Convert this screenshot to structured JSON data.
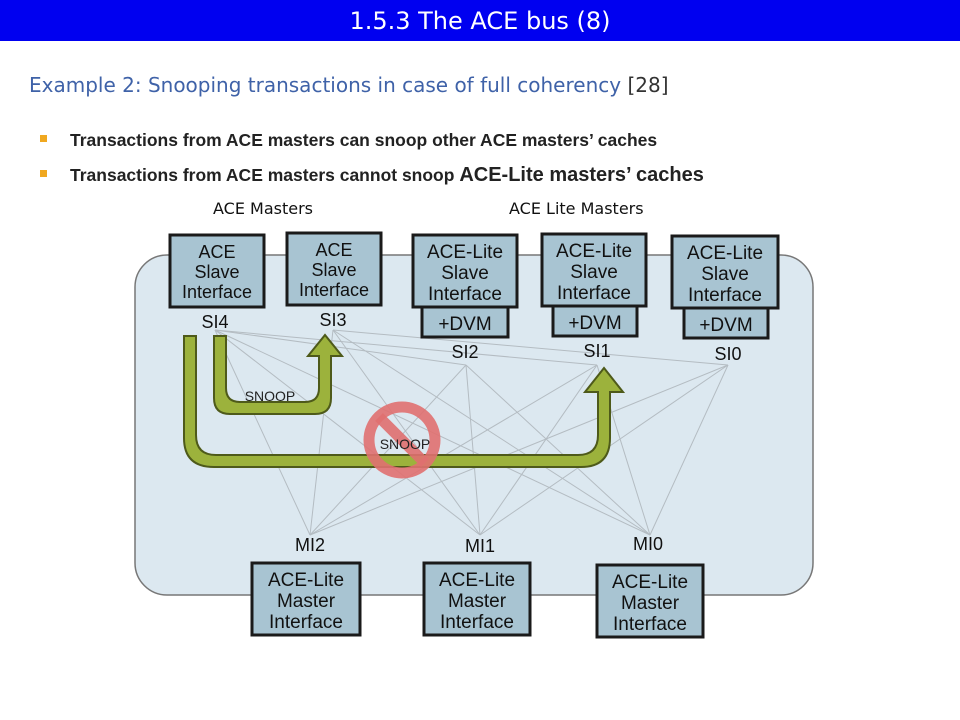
{
  "header": {
    "title": "1.5.3 The ACE bus (8)"
  },
  "subtitle": {
    "text": "Example 2: Snooping transactions in case of full coherency",
    "ref": "[28]"
  },
  "bullets": [
    {
      "prefix": "Transactions from ACE masters can snoop other ACE masters’ caches",
      "suffix": ""
    },
    {
      "prefix": "Transactions from ACE masters cannot snoop ",
      "suffix": "ACE-Lite masters’ caches"
    }
  ],
  "groups": {
    "ace_masters": "ACE Masters",
    "ace_lite_masters": "ACE Lite Masters"
  },
  "slaves": [
    {
      "lines": [
        "ACE",
        "Slave",
        "Interface"
      ],
      "dvm": "",
      "port": "SI4"
    },
    {
      "lines": [
        "ACE",
        "Slave",
        "Interface"
      ],
      "dvm": "",
      "port": "SI3"
    },
    {
      "lines": [
        "ACE-Lite",
        "Slave",
        "Interface"
      ],
      "dvm": "+DVM",
      "port": "SI2"
    },
    {
      "lines": [
        "ACE-Lite",
        "Slave",
        "Interface"
      ],
      "dvm": "+DVM",
      "port": "SI1"
    },
    {
      "lines": [
        "ACE-Lite",
        "Slave",
        "Interface"
      ],
      "dvm": "+DVM",
      "port": "SI0"
    }
  ],
  "masters": [
    {
      "lines": [
        "ACE-Lite",
        "Master",
        "Interface"
      ],
      "port": "MI2"
    },
    {
      "lines": [
        "ACE-Lite",
        "Master",
        "Interface"
      ],
      "port": "MI1"
    },
    {
      "lines": [
        "ACE-Lite",
        "Master",
        "Interface"
      ],
      "port": "MI0"
    }
  ],
  "arrows": {
    "snoop_allowed": "SNOOP",
    "snoop_blocked": "SNOOP"
  },
  "colors": {
    "title_bar": "#0000f0",
    "subtitle": "#3f62a8",
    "bullet_marker": "#f0a820",
    "interconnect_fill": "#dce8f0",
    "box_fill": "#a8c4d2",
    "arrow_fill": "#9cb23c",
    "prohibited": "#e07070"
  }
}
